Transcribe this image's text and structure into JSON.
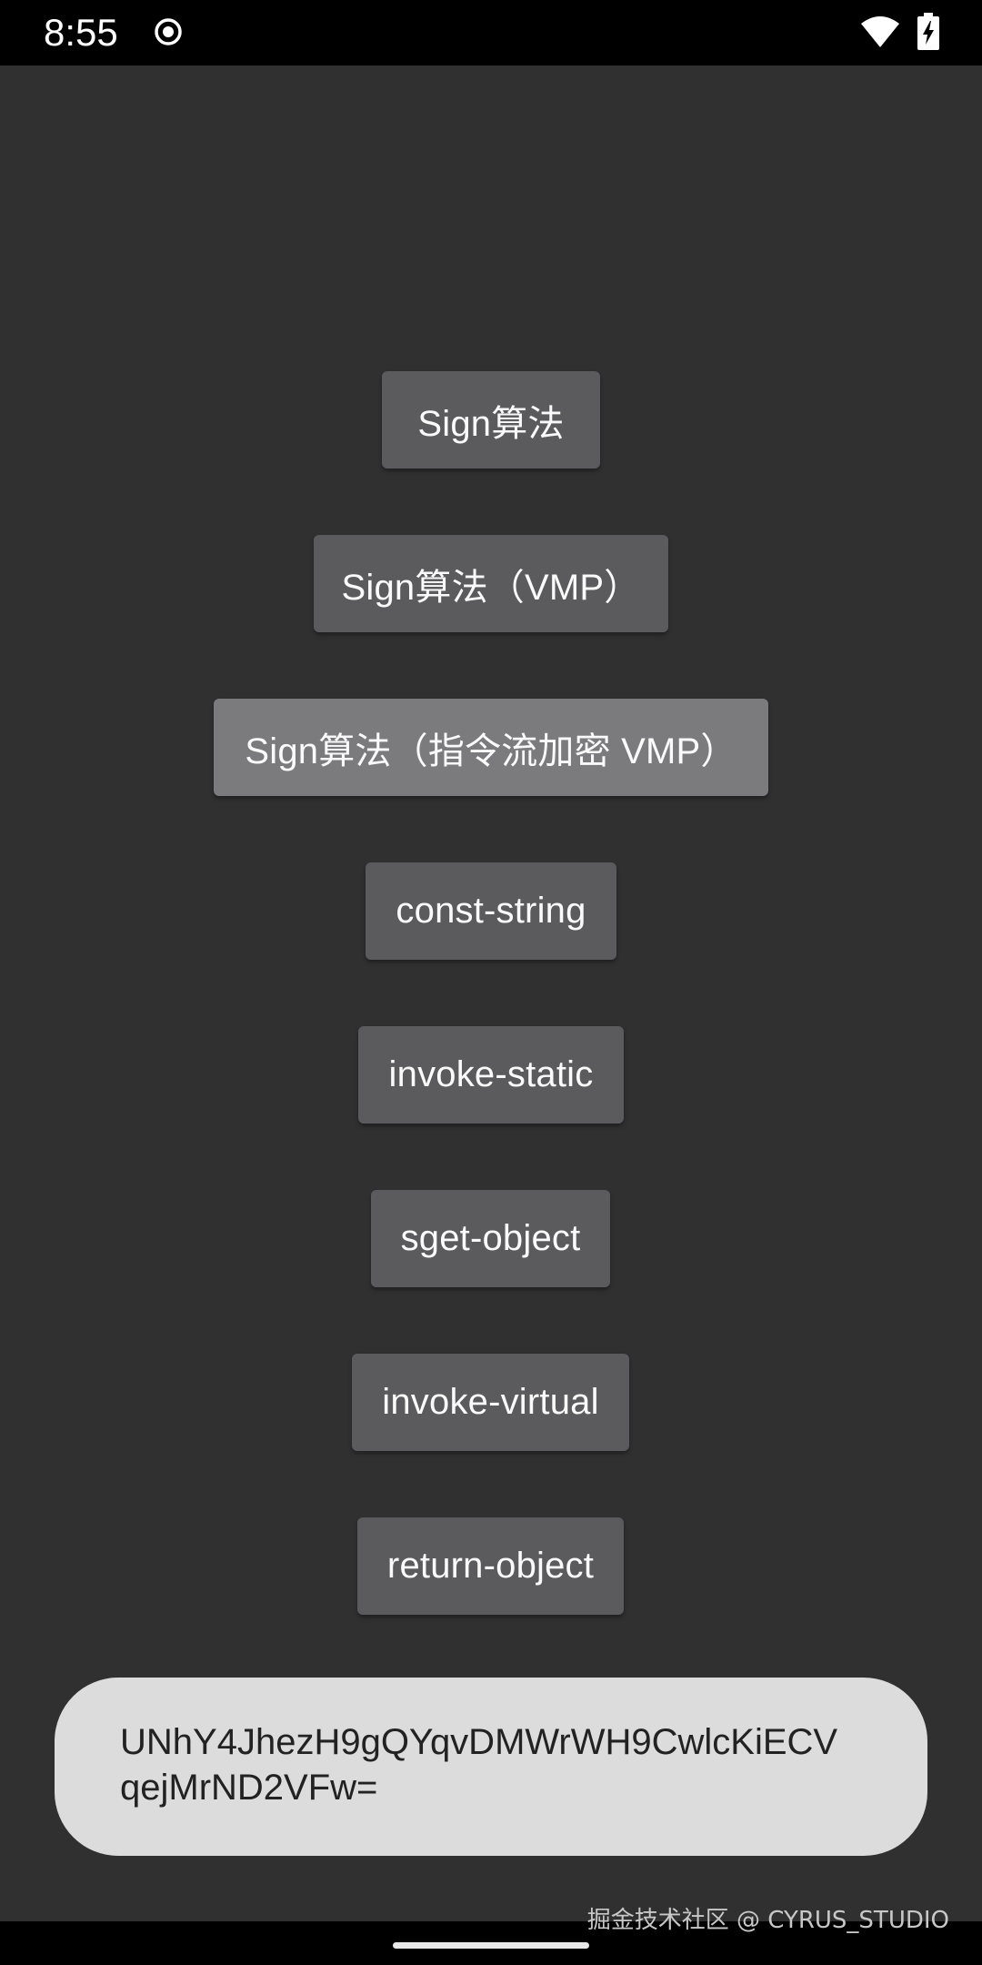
{
  "status_bar": {
    "time": "8:55",
    "icons": [
      "record-icon",
      "wifi-icon",
      "battery-charging-icon"
    ]
  },
  "buttons": [
    {
      "label": "Sign算法",
      "state": "normal"
    },
    {
      "label": "Sign算法（VMP）",
      "state": "normal"
    },
    {
      "label": "Sign算法（指令流加密 VMP）",
      "state": "pressed"
    },
    {
      "label": "const-string",
      "state": "normal"
    },
    {
      "label": "invoke-static",
      "state": "normal"
    },
    {
      "label": "sget-object",
      "state": "normal"
    },
    {
      "label": "invoke-virtual",
      "state": "normal"
    },
    {
      "label": "return-object",
      "state": "normal"
    }
  ],
  "toast": {
    "message": "UNhY4JhezH9gQYqvDMWrWH9CwlcKiECVqejMrND2VFw="
  },
  "watermark": {
    "text": "掘金技术社区 @ CYRUS_STUDIO"
  },
  "colors": {
    "background": "#303030",
    "button": "#5b5b5d",
    "button_pressed": "#7b7b7d",
    "toast_bg": "#dcdcdc",
    "toast_text": "#222222"
  }
}
